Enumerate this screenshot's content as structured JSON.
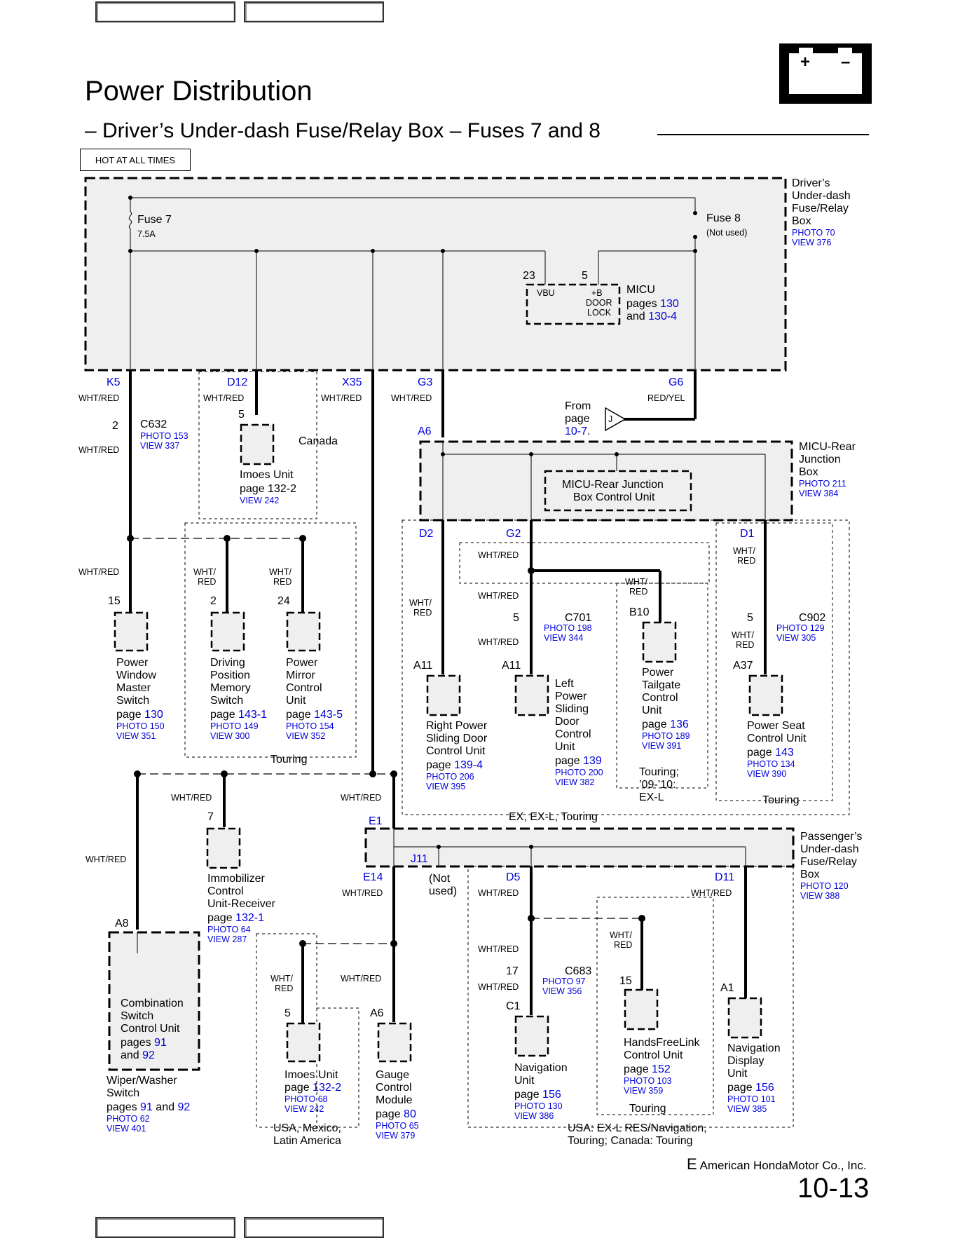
{
  "nav": {
    "pin": "C1",
    "l1": "Navigation",
    "l2": "Unit",
    "page": "page",
    "pnum": "156",
    "photo": "PHOTO 130",
    "view": "VIEW 386"
  },
  "title": "Power Distribution",
  "subtitle": "– Driver’s Under-dash Fuse/Relay Box – Fuses 7 and 8",
  "hot_label": "HOT AT ALL TIMES",
  "footer": {
    "company": "American HondaMotor Co., Inc.",
    "page": "10-13",
    "mark": "E"
  },
  "colors": {
    "link": "#0000dd",
    "box_fill": "#efefef"
  },
  "driver_box": {
    "l1": "Driver’s",
    "l2": "Under-dash",
    "l3": "Fuse/Relay",
    "l4": "Box",
    "photo": "PHOTO 70",
    "view": "VIEW 376"
  },
  "fuse7": {
    "name": "Fuse 7",
    "rating": "7.5A"
  },
  "fuse8": {
    "name": "Fuse 8",
    "note": "(Not used)"
  },
  "micu": {
    "pin23": "23",
    "pin5": "5",
    "vbu": "VBU",
    "b1": "+B",
    "b2": "DOOR",
    "b3": "LOCK",
    "name": "MICU",
    "pages": "pages",
    "p1": "130",
    "and": "and",
    "p2": "130-4"
  },
  "conn": {
    "k5": "K5",
    "d12": "D12",
    "x35": "X35",
    "g3": "G3",
    "g6": "G6",
    "a6a": "A6",
    "d2": "D2",
    "g2": "G2",
    "d1": "D1",
    "e1": "E1",
    "j11": "J11",
    "e14": "E14",
    "d5": "D5",
    "d11": "D11"
  },
  "wires": {
    "wr": "WHT/RED",
    "wr1": "WHT/",
    "wr2": "RED",
    "ry": "RED/YEL"
  },
  "c632": {
    "pin": "2",
    "name": "C632",
    "photo": "PHOTO 153",
    "view": "VIEW 337"
  },
  "imoes1": {
    "pin": "5",
    "name": "Imoes Unit",
    "page": "page 132-2",
    "view": "VIEW 242",
    "region": "Canada"
  },
  "from_page": {
    "l1": "From",
    "l2": "page",
    "link": "10-7",
    "dot": ".",
    "j": "J"
  },
  "micu_rear": {
    "l1": "MICU-Rear",
    "l2": "Junction",
    "l3": "Box",
    "photo": "PHOTO 211",
    "view": "VIEW 384",
    "unit1": "MICU-Rear Junction",
    "unit2": "Box Control Unit"
  },
  "pwms": {
    "pin": "15",
    "l1": "Power",
    "l2": "Window",
    "l3": "Master",
    "l4": "Switch",
    "page": "page",
    "pnum": "130",
    "photo": "PHOTO 150",
    "view": "VIEW 351"
  },
  "dpms": {
    "pin": "2",
    "l1": "Driving",
    "l2": "Position",
    "l3": "Memory",
    "l4": "Switch",
    "page": "page",
    "pnum": "143-1",
    "photo": "PHOTO 149",
    "view": "VIEW 300"
  },
  "pmcu": {
    "pin": "24",
    "l1": "Power",
    "l2": "Mirror",
    "l3": "Control",
    "l4": "Unit",
    "page": "page",
    "pnum": "143-5",
    "photo": "PHOTO 154",
    "view": "VIEW 352"
  },
  "touring": "Touring",
  "rpsd": {
    "pin": "A11",
    "l1": "Right Power",
    "l2": "Sliding Door",
    "l3": "Control Unit",
    "page": "page",
    "pnum": "139-4",
    "photo": "PHOTO 206",
    "view": "VIEW 395"
  },
  "c701": {
    "pin": "5",
    "name": "C701",
    "photo": "PHOTO 198",
    "view": "VIEW 344"
  },
  "lpsd": {
    "pin": "A11",
    "l1": "Left",
    "l2": "Power",
    "l3": "Sliding",
    "l4": "Door",
    "l5": "Control",
    "l6": "Unit",
    "page": "page",
    "pnum": "139",
    "photo": "PHOTO 200",
    "view": "VIEW 382"
  },
  "ptcu": {
    "pin": "B10",
    "l1": "Power",
    "l2": "Tailgate",
    "l3": "Control",
    "l4": "Unit",
    "page": "page",
    "pnum": "136",
    "photo": "PHOTO 189",
    "view": "VIEW 391",
    "n1": "Touring;",
    "n2": "’09-’10:",
    "n3": "EX-L"
  },
  "c902": {
    "pin": "5",
    "name": "C902",
    "photo": "PHOTO 129",
    "view": "VIEW 305"
  },
  "pscu": {
    "pin": "A37",
    "l1": "Power Seat",
    "l2": "Control Unit",
    "page": "page",
    "pnum": "143",
    "photo": "PHOTO 134",
    "view": "VIEW 390"
  },
  "ex_region": "EX, EX-L, Touring",
  "immob": {
    "pin": "7",
    "l1": "Immobilizer",
    "l2": "Control",
    "l3": "Unit-Receiver",
    "page": "page",
    "pnum": "132-1",
    "photo": "PHOTO 64",
    "view": "VIEW 287"
  },
  "pass_box": {
    "l1": "Passenger’s",
    "l2": "Under-dash",
    "l3": "Fuse/Relay",
    "l4": "Box",
    "photo": "PHOTO 120",
    "view": "VIEW 388",
    "nu1": "(Not",
    "nu2": "used)"
  },
  "combo": {
    "pin": "A8",
    "l1": "Combination",
    "l2": "Switch",
    "l3": "Control Unit",
    "pages": "pages",
    "p1": "91",
    "and": "and",
    "p2": "92",
    "w1": "Wiper/Washer",
    "w2": "Switch",
    "wpages": "pages",
    "wp1": "91",
    "wand": "and",
    "wp2": "92",
    "photo": "PHOTO 62",
    "view": "VIEW 401"
  },
  "imoes2": {
    "pin": "5",
    "name": "Imoes Unit",
    "page": "page",
    "pnum": "132-2",
    "photo": "PHOTO 68",
    "view": "VIEW 242",
    "r1": "USA, Mexico,",
    "r2": "Latin America"
  },
  "gauge": {
    "pin": "A6",
    "l1": "Gauge",
    "l2": "Control",
    "l3": "Module",
    "page": "page",
    "pnum": "80",
    "photo": "PHOTO 65",
    "view": "VIEW 379"
  },
  "c683": {
    "pin": "17",
    "name": "C683",
    "photo": "PHOTO 97",
    "view": "VIEW 356"
  },
  "hfl": {
    "pin": "15",
    "l1": "HandsFreeLink",
    "l2": "Control Unit",
    "page": "page",
    "pnum": "152",
    "photo": "PHOTO 103",
    "view": "VIEW 359",
    "region": "Touring"
  },
  "navd": {
    "pin": "A1",
    "l1": "Navigation",
    "l2": "Display",
    "l3": "Unit",
    "page": "page",
    "pnum": "156",
    "photo": "PHOTO 101",
    "view": "VIEW 385"
  },
  "usa_region": {
    "l1": "USA: EX-L RES/Navigation,",
    "l2": "Touring; Canada: Touring"
  }
}
